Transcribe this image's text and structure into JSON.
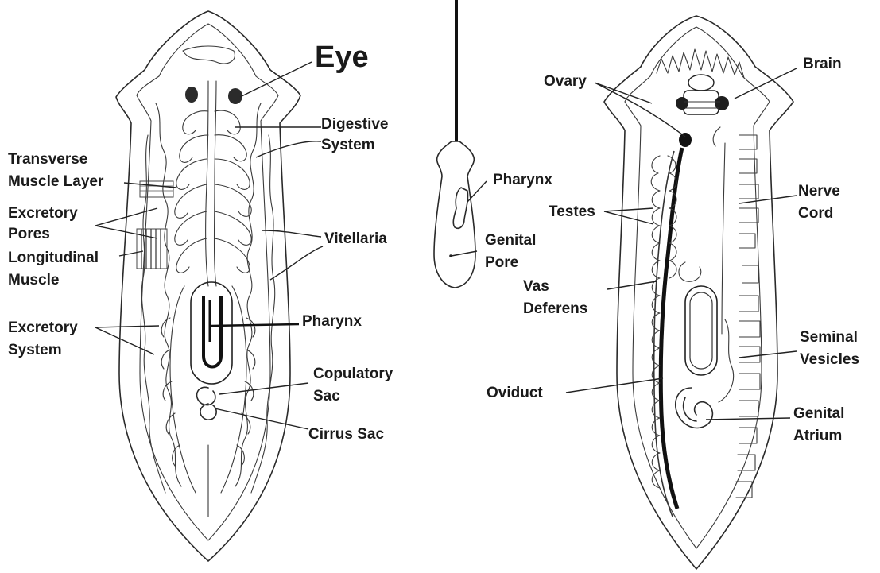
{
  "left_diagram": {
    "labels": {
      "eye": "Eye",
      "digestive_1": "Digestive",
      "digestive_2": "System",
      "transverse_1": "Transverse",
      "transverse_2": "Muscle Layer",
      "excretory_pores_1": "Excretory",
      "excretory_pores_2": "Pores",
      "longitudinal_1": "Longitudinal",
      "longitudinal_2": "Muscle",
      "vitellaria": "Vitellaria",
      "excretory_system_1": "Excretory",
      "excretory_system_2": "System",
      "pharynx": "Pharynx",
      "copulatory_1": "Copulatory",
      "copulatory_2": "Sac",
      "cirrus": "Cirrus Sac"
    }
  },
  "middle_diagram": {
    "labels": {
      "pharynx": "Pharynx",
      "genital_pore_1": "Genital",
      "genital_pore_2": "Pore"
    }
  },
  "right_diagram": {
    "labels": {
      "ovary": "Ovary",
      "brain": "Brain",
      "testes": "Testes",
      "nerve_1": "Nerve",
      "nerve_2": "Cord",
      "vas_1": "Vas",
      "vas_2": "Deferens",
      "seminal_1": "Seminal",
      "seminal_2": "Vesicles",
      "oviduct": "Oviduct",
      "genital_atrium_1": "Genital",
      "genital_atrium_2": "Atrium"
    }
  }
}
